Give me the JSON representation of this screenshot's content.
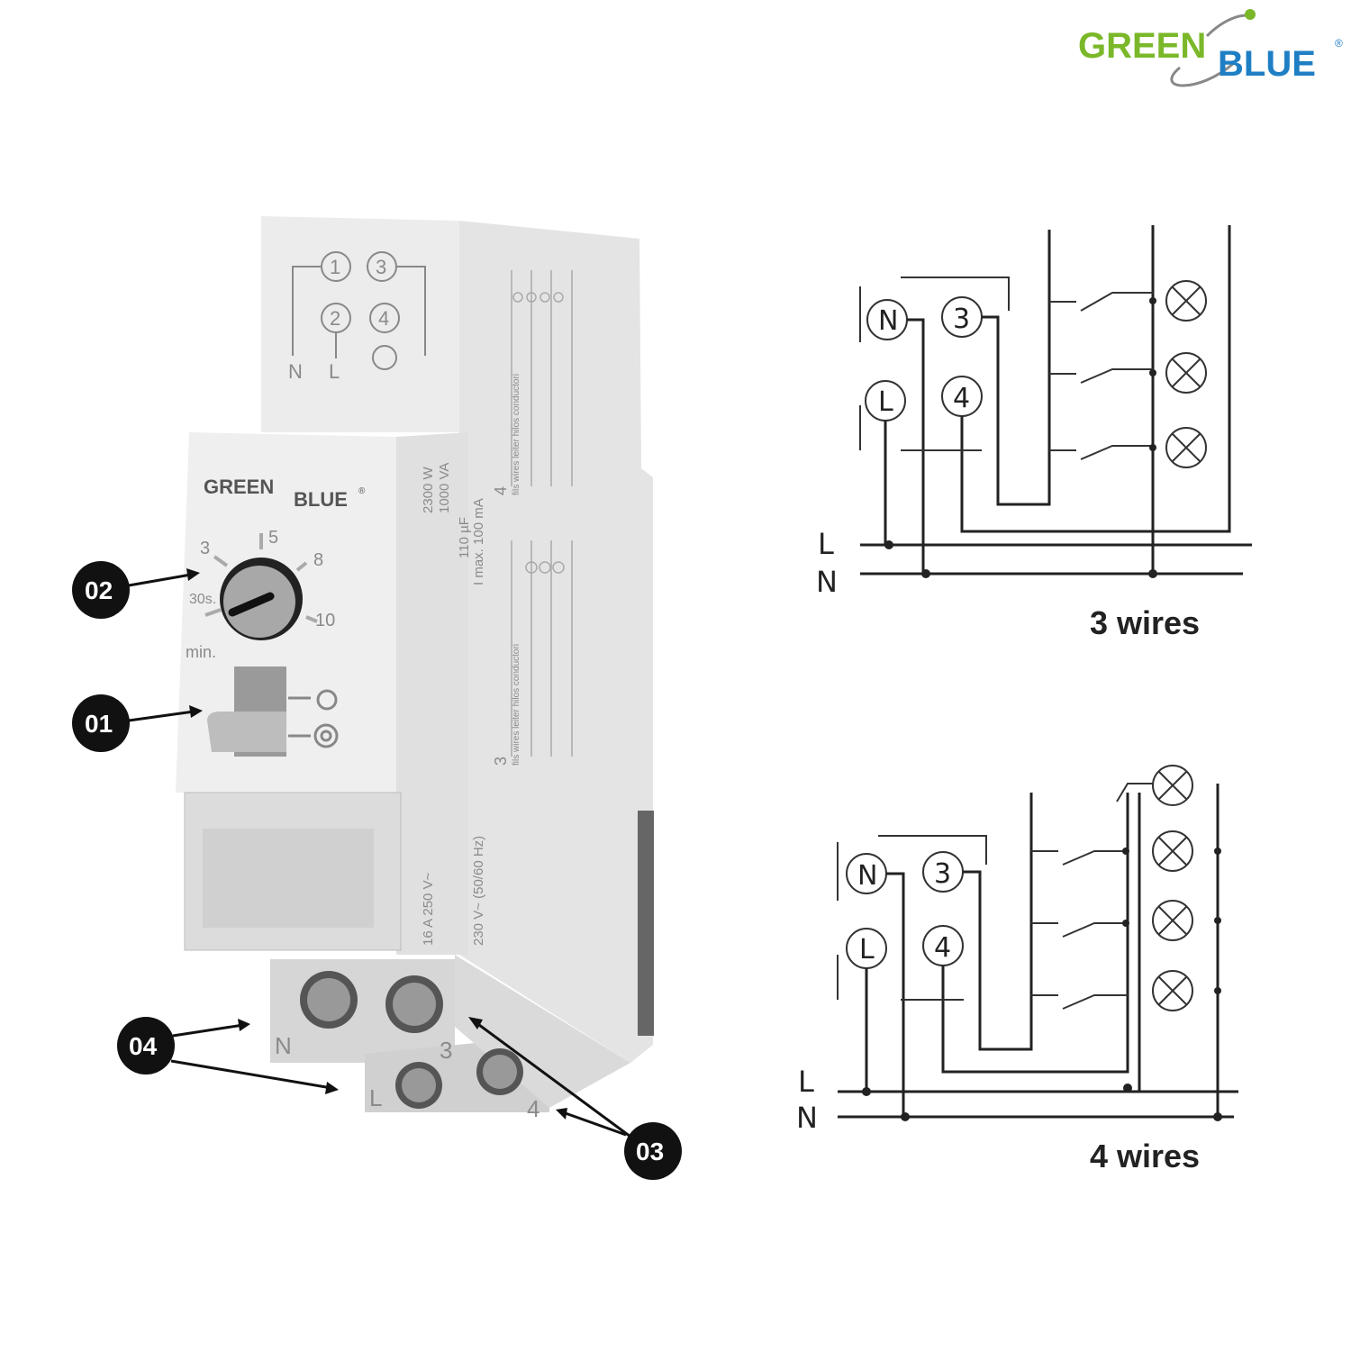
{
  "logo": {
    "green": "GREEN",
    "blue": "BLUE",
    "reg": "®",
    "green_color": "#7ab829",
    "blue_color": "#1f7fc4"
  },
  "device": {
    "top_terminals": [
      "1",
      "3",
      "2",
      "4"
    ],
    "top_labels": [
      "N",
      "L"
    ],
    "brand": {
      "green": "GREEN",
      "blue": "BLUE",
      "reg": "®"
    },
    "dial": {
      "ticks": [
        "3",
        "5",
        "8",
        "10",
        "30s."
      ],
      "unit": "min."
    },
    "ratings": [
      "2300 W",
      "1000 VA",
      "110 µF",
      "I max. 100 mA",
      "16 A 250 V~",
      "230 V~ (50/60 Hz)"
    ],
    "side_labels": {
      "four": "4",
      "three": "3",
      "words": "fils wires leiter hilos conductori"
    },
    "bottom_terminals": [
      "N",
      "3",
      "L",
      "4"
    ]
  },
  "callouts": [
    "01",
    "02",
    "03",
    "04"
  ],
  "diagram_3": {
    "terminals": [
      "N",
      "3",
      "L",
      "4"
    ],
    "bus": [
      "L",
      "N"
    ],
    "caption": "3 wires"
  },
  "diagram_4": {
    "terminals": [
      "N",
      "3",
      "L",
      "4"
    ],
    "bus": [
      "L",
      "N"
    ],
    "caption": "4 wires"
  }
}
